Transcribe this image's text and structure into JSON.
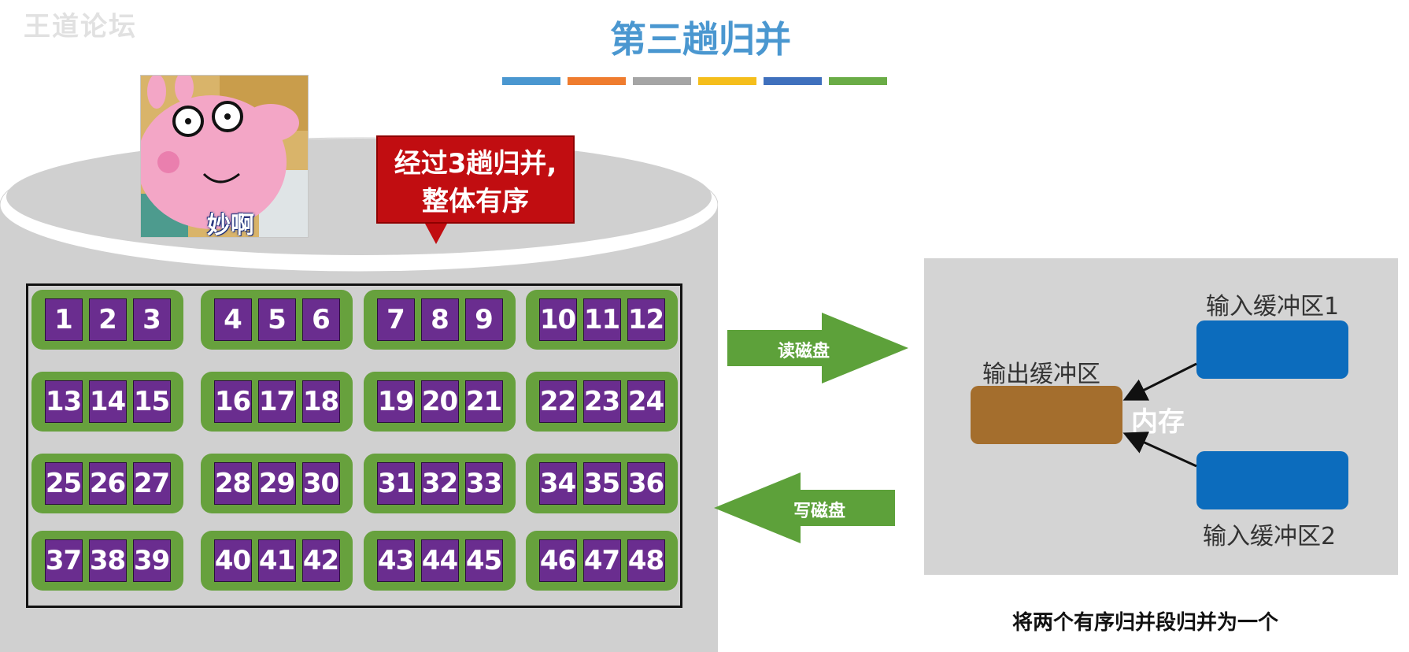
{
  "watermark": "王道论坛",
  "title": "第三趟归并",
  "strip_colors": [
    "#4a97d0",
    "#ef7c2e",
    "#a5a5a5",
    "#f5be1b",
    "#3f70bd",
    "#6aac46"
  ],
  "meme_caption": "妙啊",
  "callout": {
    "line1": "经过3趟归并,",
    "line2": "整体有序"
  },
  "segments": [
    [
      "1",
      "2",
      "3"
    ],
    [
      "4",
      "5",
      "6"
    ],
    [
      "7",
      "8",
      "9"
    ],
    [
      "10",
      "11",
      "12"
    ],
    [
      "13",
      "14",
      "15"
    ],
    [
      "16",
      "17",
      "18"
    ],
    [
      "19",
      "20",
      "21"
    ],
    [
      "22",
      "23",
      "24"
    ],
    [
      "25",
      "26",
      "27"
    ],
    [
      "28",
      "29",
      "30"
    ],
    [
      "31",
      "32",
      "33"
    ],
    [
      "34",
      "35",
      "36"
    ],
    [
      "37",
      "38",
      "39"
    ],
    [
      "40",
      "41",
      "42"
    ],
    [
      "43",
      "44",
      "45"
    ],
    [
      "46",
      "47",
      "48"
    ]
  ],
  "arrows": {
    "read": "读磁盘",
    "write": "写磁盘"
  },
  "memory": {
    "center": "内存",
    "output_buffer": "输出缓冲区",
    "input_buffer_1": "输入缓冲区1",
    "input_buffer_2": "输入缓冲区2"
  },
  "footer_note": "将两个有序归并段归并为一个",
  "colors": {
    "segment": "#67a13d",
    "cell": "#6a2d8f",
    "disk": "#d0d0d0",
    "arrow": "#5da13a",
    "output_buffer": "#a46e2d",
    "input_buffer": "#0c6cbd",
    "callout": "#c10d11"
  }
}
